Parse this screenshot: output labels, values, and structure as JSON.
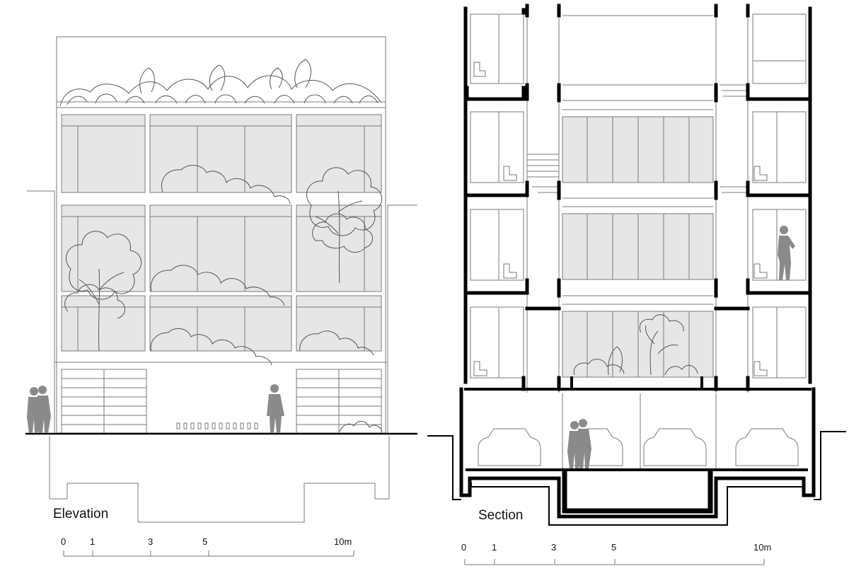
{
  "elevation": {
    "title": "Elevation",
    "scale_labels": [
      "0",
      "1",
      "3",
      "5",
      "10m"
    ]
  },
  "section": {
    "title": "Section",
    "scale_labels": [
      "0",
      "1",
      "3",
      "5",
      "10m"
    ]
  },
  "colors": {
    "line": "#7a7a7a",
    "wall": "#000000",
    "glass": "#e6e6e6",
    "figure": "#8a8a8a",
    "foliage": "#555555"
  }
}
